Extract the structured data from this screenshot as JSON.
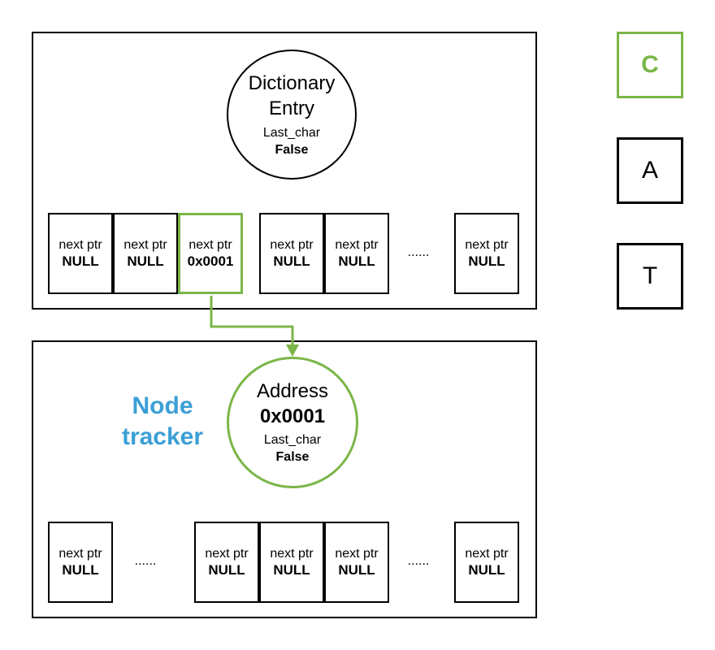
{
  "colors": {
    "accent_green": "#7ab648",
    "tracker_blue": "#3b9fd6"
  },
  "dictionary_entry": {
    "title_line1": "Dictionary",
    "title_line2": "Entry",
    "field_label": "Last_char",
    "field_value": "False"
  },
  "top_cells": [
    {
      "label": "next ptr",
      "value": "NULL"
    },
    {
      "label": "next ptr",
      "value": "NULL"
    },
    {
      "label": "next ptr",
      "value": "0x0001"
    },
    {
      "label": "next ptr",
      "value": "NULL"
    },
    {
      "label": "next ptr",
      "value": "NULL"
    },
    {
      "label": "next ptr",
      "value": "NULL"
    }
  ],
  "ellipsis": "......",
  "node": {
    "title": "Address",
    "address": "0x0001",
    "field_label": "Last_char",
    "field_value": "False"
  },
  "node_tracker": {
    "line1": "Node",
    "line2": "tracker"
  },
  "bottom_cells": [
    {
      "label": "next ptr",
      "value": "NULL"
    },
    {
      "label": "next ptr",
      "value": "NULL"
    },
    {
      "label": "next ptr",
      "value": "NULL"
    },
    {
      "label": "next ptr",
      "value": "NULL"
    },
    {
      "label": "next ptr",
      "value": "NULL"
    }
  ],
  "letters": [
    "C",
    "A",
    "T"
  ]
}
